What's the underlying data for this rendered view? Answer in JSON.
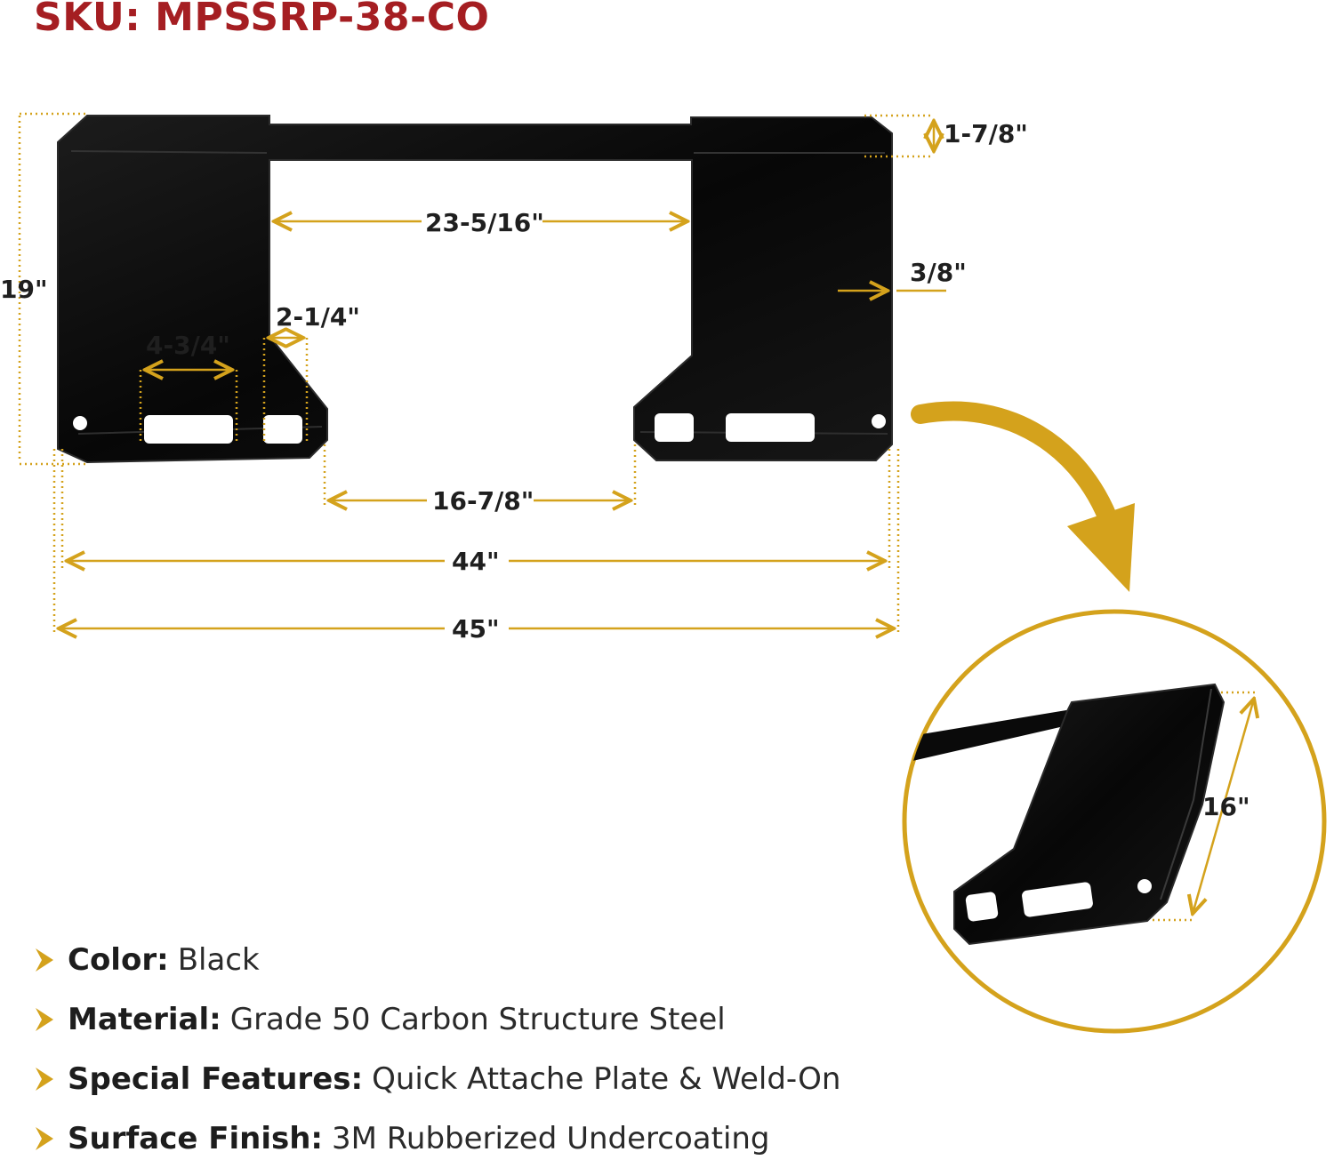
{
  "header": {
    "sku": "SKU: MPSSRP-38-CO"
  },
  "colors": {
    "sku_red": "#a51e22",
    "accent_gold": "#d4a21c",
    "steel_black": "#0d0d0d"
  },
  "dimensions": {
    "top_lip": "1-7/8\"",
    "upper_gap": "23-5/16\"",
    "plate_thickness": "3/8\"",
    "height": "19\"",
    "notch": "2-1/4\"",
    "slot": "4-3/4\"",
    "lower_gap": "16-7/8\"",
    "inner_width": "44\"",
    "overall_width": "45\"",
    "side_plate": "16\""
  },
  "icons": {
    "bullet": "chevron-right-icon",
    "callout": "curved-arrow-icon"
  },
  "specs": [
    {
      "key": "Color:",
      "value": "Black"
    },
    {
      "key": "Material:",
      "value": "Grade 50 Carbon Structure Steel"
    },
    {
      "key": "Special Features:",
      "value": "Quick Attache Plate & Weld-On"
    },
    {
      "key": "Surface Finish:",
      "value": "3M Rubberized Undercoating"
    }
  ]
}
